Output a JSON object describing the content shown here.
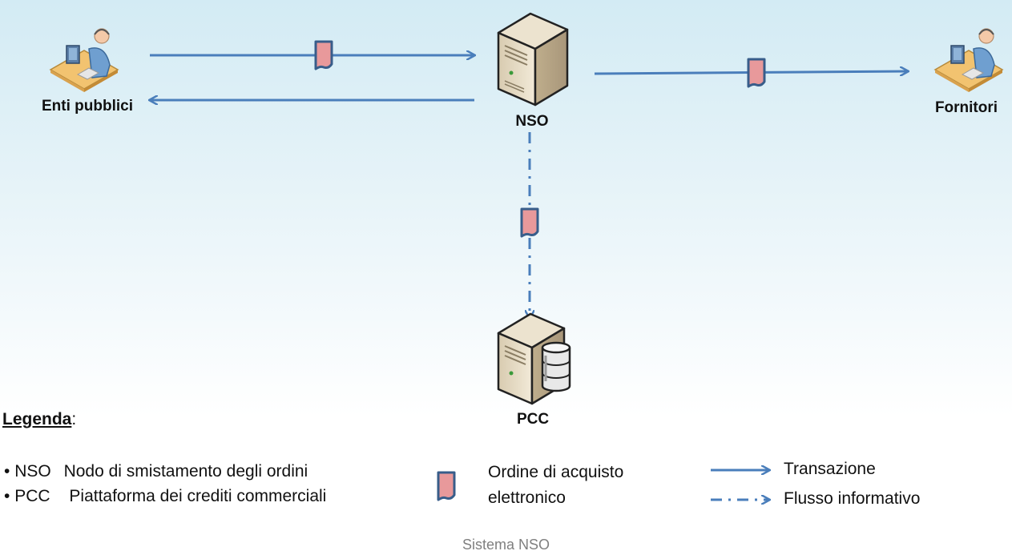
{
  "nodes": {
    "enti_pubblici": "Enti pubblici",
    "nso": "NSO",
    "fornitori": "Fornitori",
    "pcc": "PCC"
  },
  "legend": {
    "title": "Legenda",
    "title_suffix": ":",
    "abbreviations": [
      {
        "bullet": "•",
        "abbr": "NSO",
        "meaning": "Nodo di smistamento degli ordini"
      },
      {
        "bullet": "•",
        "abbr": "PCC",
        "meaning": "Piattaforma dei crediti commerciali"
      }
    ],
    "document_label_line1": "Ordine di acquisto",
    "document_label_line2": "elettronico",
    "solid_arrow_label": "Transazione",
    "dashed_arrow_label": "Flusso informativo"
  },
  "caption": "Sistema NSO",
  "colors": {
    "arrow": "#4a7ebb",
    "document_fill": "#e8999b",
    "document_stroke": "#385d8a",
    "background_top": "#d3ebf4"
  },
  "icons": {
    "person_at_desk": "user-workstation-icon",
    "server": "server-icon",
    "database_server": "database-server-icon",
    "document": "document-icon"
  }
}
